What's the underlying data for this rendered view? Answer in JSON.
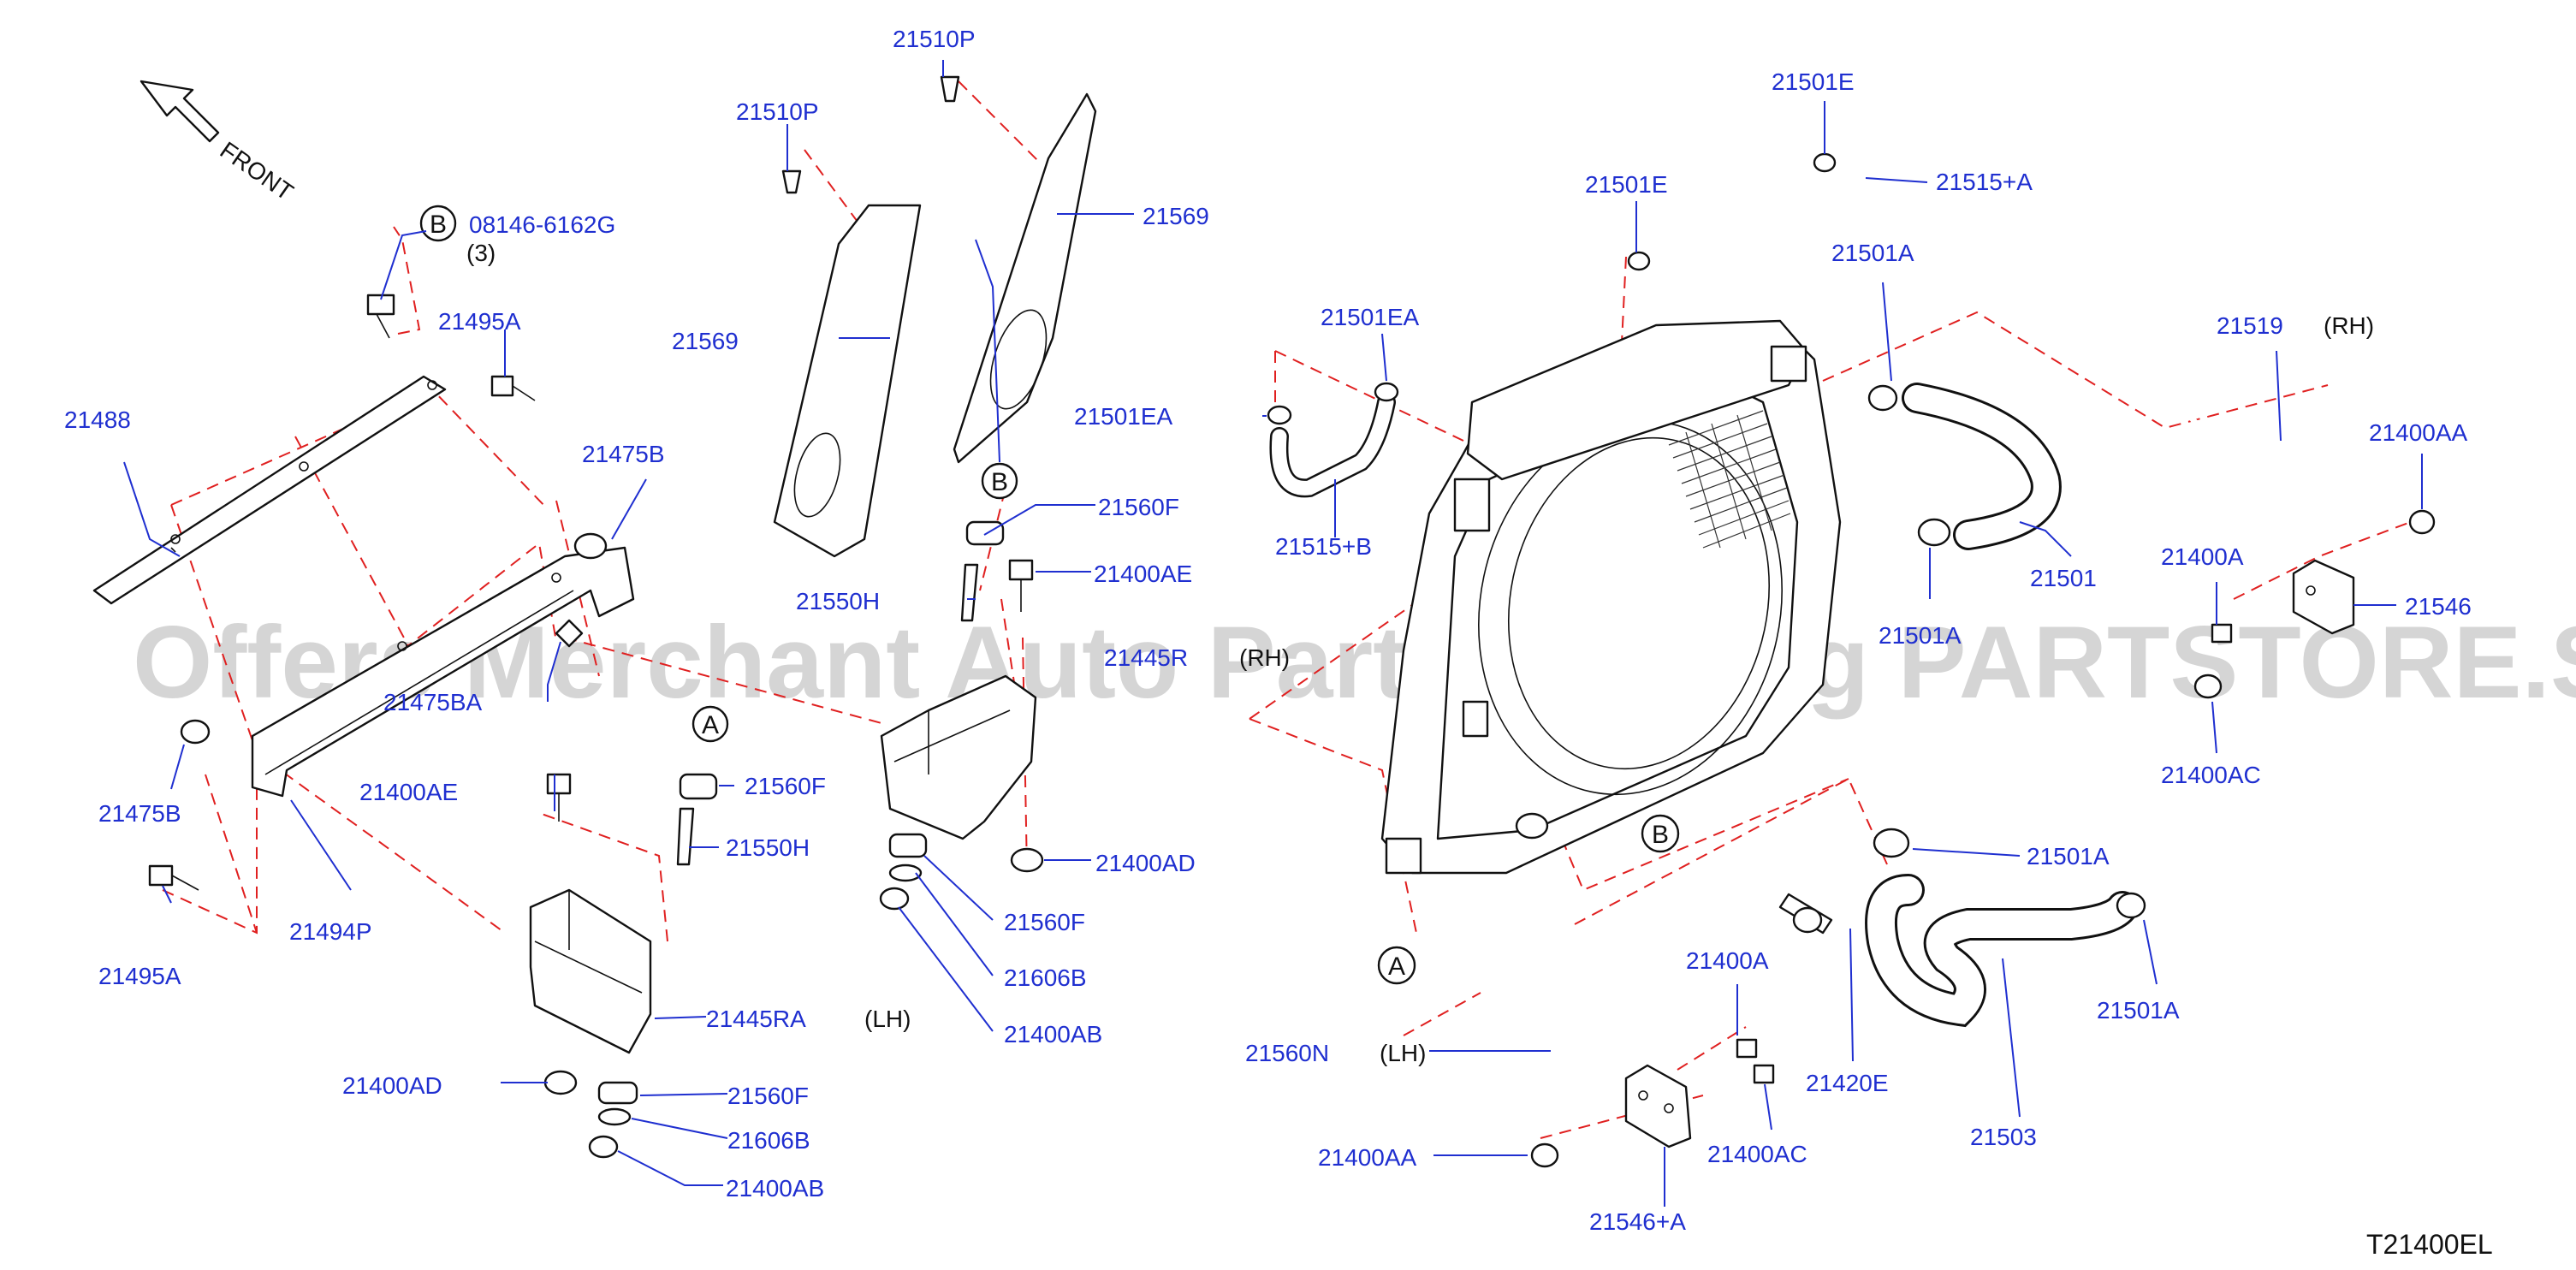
{
  "diagram": {
    "front_label": "FRONT",
    "code": "T21400EL",
    "watermark": "Offers Merchant Auto Parts Catalog PARTSTORE.SA",
    "callouts": {
      "a": "A",
      "b": "B"
    },
    "notes": {
      "qty": "(3)",
      "lh": "(LH)",
      "rh": "(RH)"
    },
    "parts": {
      "p08146": "08146-6162G",
      "p21488": "21488",
      "p21495A": "21495A",
      "p21475B": "21475B",
      "p21475BA": "21475BA",
      "p21494P": "21494P",
      "p21400AE": "21400AE",
      "p21400AD": "21400AD",
      "p21400AB": "21400AB",
      "p21560F": "21560F",
      "p21550H": "21550H",
      "p21606B": "21606B",
      "p21445RA": "21445RA",
      "p21510P": "21510P",
      "p21569": "21569",
      "p21445R": "21445R",
      "p21501E": "21501E",
      "p21515A": "21515+A",
      "p21501EA": "21501EA",
      "p21515B": "21515+B",
      "p21501A": "21501A",
      "p21501": "21501",
      "p21519": "21519",
      "p21400AA": "21400AA",
      "p21400A": "21400A",
      "p21546": "21546",
      "p21400AC": "21400AC",
      "p21560N": "21560N",
      "p21546A": "21546+A",
      "p21420E": "21420E",
      "p21503": "21503"
    }
  }
}
